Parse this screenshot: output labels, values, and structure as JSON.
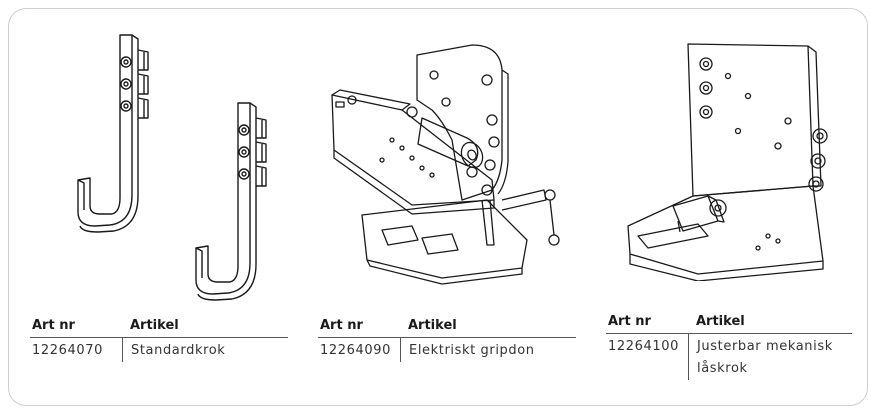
{
  "tables": [
    {
      "header": {
        "art_nr": "Art nr",
        "artikel": "Artikel"
      },
      "row": {
        "art_nr": "12264070",
        "artikel": "Standardkrok"
      }
    },
    {
      "header": {
        "art_nr": "Art nr",
        "artikel": "Artikel"
      },
      "row": {
        "art_nr": "12264090",
        "artikel": "Elektriskt gripdon"
      }
    },
    {
      "header": {
        "art_nr": "Art nr",
        "artikel": "Artikel"
      },
      "row": {
        "art_nr": "12264100",
        "artikel": "Justerbar mekanisk låskrok"
      }
    }
  ]
}
